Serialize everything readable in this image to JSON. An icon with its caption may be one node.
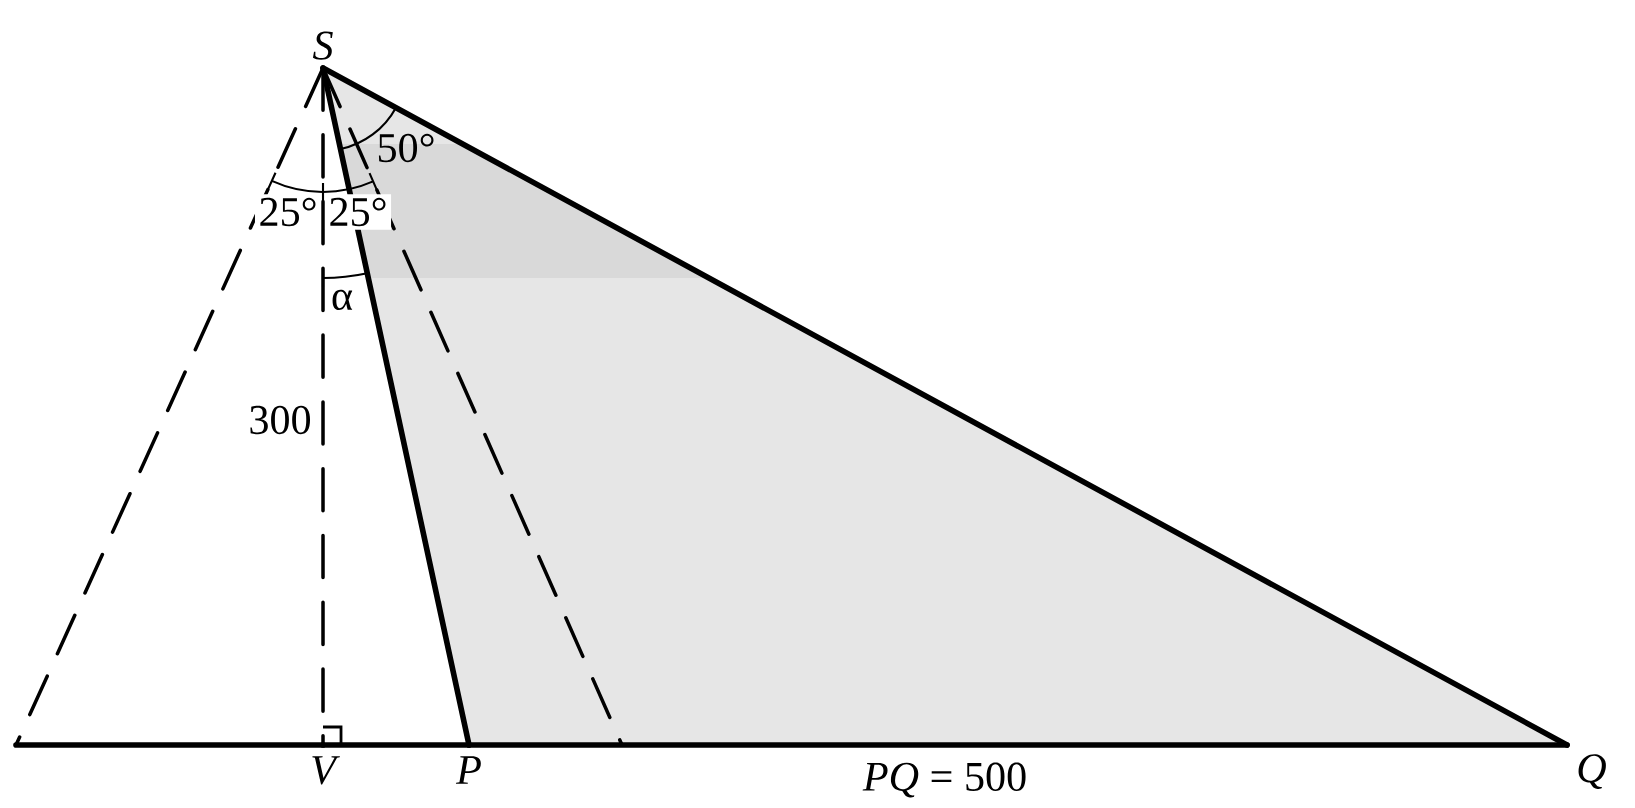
{
  "diagram": {
    "nodes": [
      {
        "text": [
          "S"
        ]
      },
      {
        "text": [
          "V"
        ]
      },
      {
        "text": [
          "P"
        ]
      },
      {
        "text": [
          "Q"
        ]
      }
    ],
    "edges": [
      {
        "from": 0,
        "to": 3,
        "arrow": "none"
      },
      {
        "from": 0,
        "to": 2,
        "arrow": "none"
      },
      {
        "from": 0,
        "to": 1,
        "arrow": "none",
        "style": "dashed"
      },
      {
        "from": 0,
        "to": null,
        "arrow": "none",
        "style": "dashed"
      },
      {
        "from": 0,
        "to": null,
        "arrow": "none",
        "style": "dashed"
      },
      {
        "from": null,
        "to": 1,
        "arrow": "none"
      },
      {
        "from": 1,
        "to": 2,
        "arrow": "none"
      },
      {
        "from": 2,
        "to": 3,
        "arrow": "none"
      }
    ],
    "labels": [
      "50°",
      "25°",
      "25°",
      "α",
      "300",
      "*PQ* = 500"
    ]
  }
}
